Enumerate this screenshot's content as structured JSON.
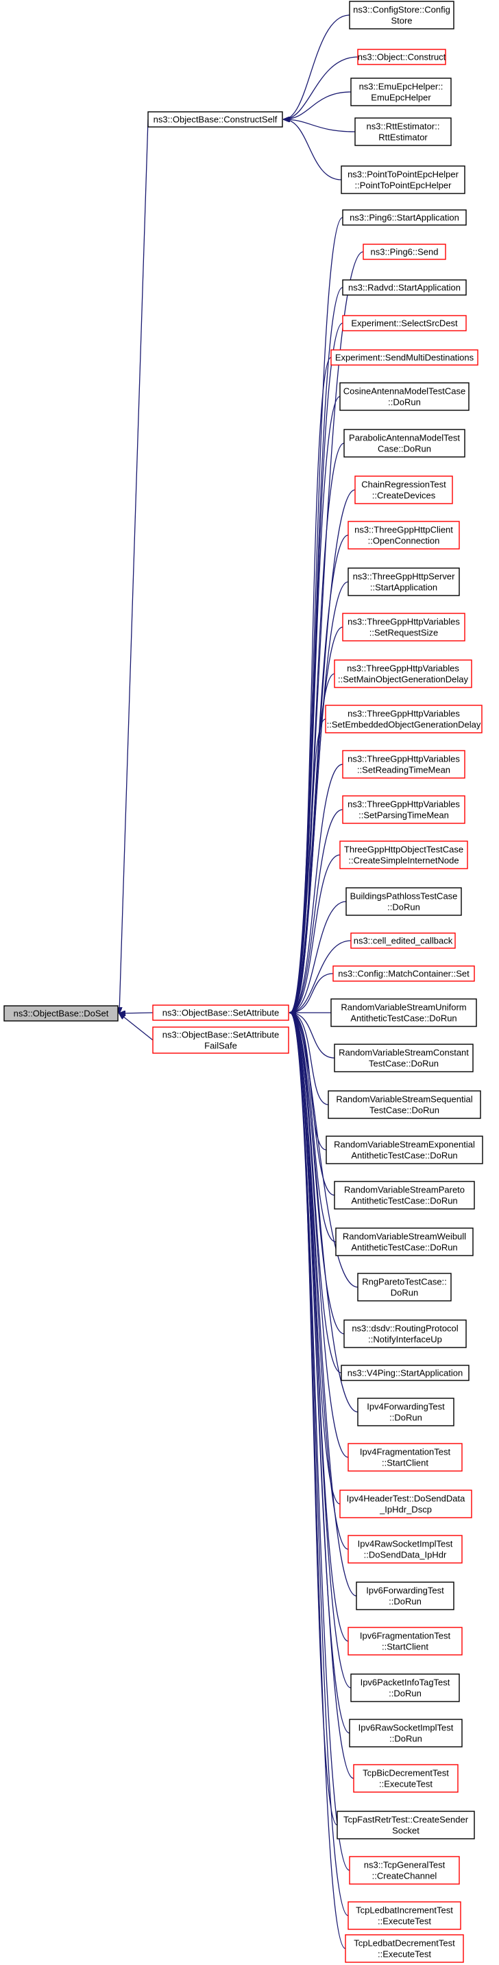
{
  "graph": {
    "nodes": [
      {
        "id": "dose",
        "lines": [
          "ns3::ObjectBase::DoSet"
        ],
        "style": "root"
      },
      {
        "id": "construct_self",
        "lines": [
          "ns3::ObjectBase::ConstructSelf"
        ],
        "style": "black"
      },
      {
        "id": "set_attribute",
        "lines": [
          "ns3::ObjectBase::SetAttribute"
        ],
        "style": "red"
      },
      {
        "id": "set_attribute_failsafe",
        "lines": [
          "ns3::ObjectBase::SetAttribute",
          "FailSafe"
        ],
        "style": "red"
      },
      {
        "id": "n0",
        "lines": [
          "ns3::ConfigStore::Config",
          "Store"
        ],
        "style": "black"
      },
      {
        "id": "n1",
        "lines": [
          "ns3::Object::Construct"
        ],
        "style": "red"
      },
      {
        "id": "n2",
        "lines": [
          "ns3::EmuEpcHelper::",
          "EmuEpcHelper"
        ],
        "style": "black"
      },
      {
        "id": "n3",
        "lines": [
          "ns3::RttEstimator::",
          "RttEstimator"
        ],
        "style": "black"
      },
      {
        "id": "n4",
        "lines": [
          "ns3::PointToPointEpcHelper",
          "::PointToPointEpcHelper"
        ],
        "style": "black"
      },
      {
        "id": "s0",
        "lines": [
          "ns3::Ping6::StartApplication"
        ],
        "style": "black"
      },
      {
        "id": "s1",
        "lines": [
          "ns3::Ping6::Send"
        ],
        "style": "red"
      },
      {
        "id": "s2",
        "lines": [
          "ns3::Radvd::StartApplication"
        ],
        "style": "black"
      },
      {
        "id": "s3",
        "lines": [
          "Experiment::SelectSrcDest"
        ],
        "style": "red"
      },
      {
        "id": "s4",
        "lines": [
          "Experiment::SendMultiDestinations"
        ],
        "style": "red"
      },
      {
        "id": "s5",
        "lines": [
          "CosineAntennaModelTestCase",
          "::DoRun"
        ],
        "style": "black"
      },
      {
        "id": "s6",
        "lines": [
          "ParabolicAntennaModelTest",
          "Case::DoRun"
        ],
        "style": "black"
      },
      {
        "id": "s7",
        "lines": [
          "ChainRegressionTest",
          "::CreateDevices"
        ],
        "style": "red"
      },
      {
        "id": "s8",
        "lines": [
          "ns3::ThreeGppHttpClient",
          "::OpenConnection"
        ],
        "style": "red"
      },
      {
        "id": "s9",
        "lines": [
          "ns3::ThreeGppHttpServer",
          "::StartApplication"
        ],
        "style": "black"
      },
      {
        "id": "s10",
        "lines": [
          "ns3::ThreeGppHttpVariables",
          "::SetRequestSize"
        ],
        "style": "red"
      },
      {
        "id": "s11",
        "lines": [
          "ns3::ThreeGppHttpVariables",
          "::SetMainObjectGenerationDelay"
        ],
        "style": "red"
      },
      {
        "id": "s12",
        "lines": [
          "ns3::ThreeGppHttpVariables",
          "::SetEmbeddedObjectGenerationDelay"
        ],
        "style": "red"
      },
      {
        "id": "s13",
        "lines": [
          "ns3::ThreeGppHttpVariables",
          "::SetReadingTimeMean"
        ],
        "style": "red"
      },
      {
        "id": "s14",
        "lines": [
          "ns3::ThreeGppHttpVariables",
          "::SetParsingTimeMean"
        ],
        "style": "red"
      },
      {
        "id": "s15",
        "lines": [
          "ThreeGppHttpObjectTestCase",
          "::CreateSimpleInternetNode"
        ],
        "style": "red"
      },
      {
        "id": "s16",
        "lines": [
          "BuildingsPathlossTestCase",
          "::DoRun"
        ],
        "style": "black"
      },
      {
        "id": "s17",
        "lines": [
          "ns3::cell_edited_callback"
        ],
        "style": "red"
      },
      {
        "id": "s18",
        "lines": [
          "ns3::Config::MatchContainer::Set"
        ],
        "style": "red"
      },
      {
        "id": "s19",
        "lines": [
          "RandomVariableStreamUniform",
          "AntitheticTestCase::DoRun"
        ],
        "style": "black"
      },
      {
        "id": "s20",
        "lines": [
          "RandomVariableStreamConstant",
          "TestCase::DoRun"
        ],
        "style": "black"
      },
      {
        "id": "s21",
        "lines": [
          "RandomVariableStreamSequential",
          "TestCase::DoRun"
        ],
        "style": "black"
      },
      {
        "id": "s22",
        "lines": [
          "RandomVariableStreamExponential",
          "AntitheticTestCase::DoRun"
        ],
        "style": "black"
      },
      {
        "id": "s23",
        "lines": [
          "RandomVariableStreamPareto",
          "AntitheticTestCase::DoRun"
        ],
        "style": "black"
      },
      {
        "id": "s24",
        "lines": [
          "RandomVariableStreamWeibull",
          "AntitheticTestCase::DoRun"
        ],
        "style": "black"
      },
      {
        "id": "s25",
        "lines": [
          "RngParetoTestCase::",
          "DoRun"
        ],
        "style": "black"
      },
      {
        "id": "s26",
        "lines": [
          "ns3::dsdv::RoutingProtocol",
          "::NotifyInterfaceUp"
        ],
        "style": "black"
      },
      {
        "id": "s27",
        "lines": [
          "ns3::V4Ping::StartApplication"
        ],
        "style": "black"
      },
      {
        "id": "s28",
        "lines": [
          "Ipv4ForwardingTest",
          "::DoRun"
        ],
        "style": "black"
      },
      {
        "id": "s29",
        "lines": [
          "Ipv4FragmentationTest",
          "::StartClient"
        ],
        "style": "red"
      },
      {
        "id": "s30",
        "lines": [
          "Ipv4HeaderTest::DoSendData",
          "_IpHdr_Dscp"
        ],
        "style": "red"
      },
      {
        "id": "s31",
        "lines": [
          "Ipv4RawSocketImplTest",
          "::DoSendData_IpHdr"
        ],
        "style": "red"
      },
      {
        "id": "s32",
        "lines": [
          "Ipv6ForwardingTest",
          "::DoRun"
        ],
        "style": "black"
      },
      {
        "id": "s33",
        "lines": [
          "Ipv6FragmentationTest",
          "::StartClient"
        ],
        "style": "red"
      },
      {
        "id": "s34",
        "lines": [
          "Ipv6PacketInfoTagTest",
          "::DoRun"
        ],
        "style": "black"
      },
      {
        "id": "s35",
        "lines": [
          "Ipv6RawSocketImplTest",
          "::DoRun"
        ],
        "style": "black"
      },
      {
        "id": "s36",
        "lines": [
          "TcpBicDecrementTest",
          "::ExecuteTest"
        ],
        "style": "red"
      },
      {
        "id": "s37",
        "lines": [
          "TcpFastRetrTest::CreateSender",
          "Socket"
        ],
        "style": "black"
      },
      {
        "id": "s38",
        "lines": [
          "ns3::TcpGeneralTest",
          "::CreateChannel"
        ],
        "style": "red"
      },
      {
        "id": "s39",
        "lines": [
          "TcpLedbatIncrementTest",
          "::ExecuteTest"
        ],
        "style": "red"
      },
      {
        "id": "s40",
        "lines": [
          "TcpLedbatDecrementTest",
          "::ExecuteTest"
        ],
        "style": "red"
      }
    ],
    "edges": [
      {
        "from": "construct_self",
        "to": "dose"
      },
      {
        "from": "set_attribute",
        "to": "dose"
      },
      {
        "from": "set_attribute_failsafe",
        "to": "dose"
      },
      {
        "from": "n0",
        "to": "construct_self"
      },
      {
        "from": "n1",
        "to": "construct_self"
      },
      {
        "from": "n2",
        "to": "construct_self"
      },
      {
        "from": "n3",
        "to": "construct_self"
      },
      {
        "from": "n4",
        "to": "construct_self"
      },
      {
        "from": "s0",
        "to": "set_attribute"
      },
      {
        "from": "s1",
        "to": "set_attribute"
      },
      {
        "from": "s2",
        "to": "set_attribute"
      },
      {
        "from": "s3",
        "to": "set_attribute"
      },
      {
        "from": "s4",
        "to": "set_attribute"
      },
      {
        "from": "s5",
        "to": "set_attribute"
      },
      {
        "from": "s6",
        "to": "set_attribute"
      },
      {
        "from": "s7",
        "to": "set_attribute"
      },
      {
        "from": "s8",
        "to": "set_attribute"
      },
      {
        "from": "s9",
        "to": "set_attribute"
      },
      {
        "from": "s10",
        "to": "set_attribute"
      },
      {
        "from": "s11",
        "to": "set_attribute"
      },
      {
        "from": "s12",
        "to": "set_attribute"
      },
      {
        "from": "s13",
        "to": "set_attribute"
      },
      {
        "from": "s14",
        "to": "set_attribute"
      },
      {
        "from": "s15",
        "to": "set_attribute"
      },
      {
        "from": "s16",
        "to": "set_attribute"
      },
      {
        "from": "s17",
        "to": "set_attribute"
      },
      {
        "from": "s18",
        "to": "set_attribute"
      },
      {
        "from": "s19",
        "to": "set_attribute"
      },
      {
        "from": "s20",
        "to": "set_attribute"
      },
      {
        "from": "s21",
        "to": "set_attribute"
      },
      {
        "from": "s22",
        "to": "set_attribute"
      },
      {
        "from": "s23",
        "to": "set_attribute"
      },
      {
        "from": "s24",
        "to": "set_attribute"
      },
      {
        "from": "s25",
        "to": "set_attribute"
      },
      {
        "from": "s26",
        "to": "set_attribute"
      },
      {
        "from": "s27",
        "to": "set_attribute"
      },
      {
        "from": "s28",
        "to": "set_attribute"
      },
      {
        "from": "s29",
        "to": "set_attribute"
      },
      {
        "from": "s30",
        "to": "set_attribute"
      },
      {
        "from": "s31",
        "to": "set_attribute"
      },
      {
        "from": "s32",
        "to": "set_attribute"
      },
      {
        "from": "s33",
        "to": "set_attribute"
      },
      {
        "from": "s34",
        "to": "set_attribute"
      },
      {
        "from": "s35",
        "to": "set_attribute"
      },
      {
        "from": "s36",
        "to": "set_attribute"
      },
      {
        "from": "s37",
        "to": "set_attribute"
      },
      {
        "from": "s38",
        "to": "set_attribute"
      },
      {
        "from": "s39",
        "to": "set_attribute"
      },
      {
        "from": "s40",
        "to": "set_attribute"
      }
    ]
  },
  "colors": {
    "edge": "#191970",
    "border_black": "#000000",
    "border_red": "#ff0000",
    "root_fill": "#bfbfbf"
  }
}
